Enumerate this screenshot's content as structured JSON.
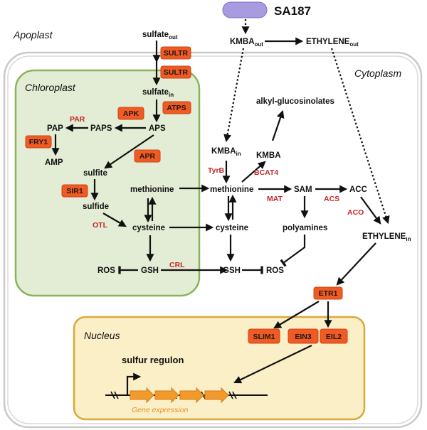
{
  "regions": {
    "apoplast": "Apoplast",
    "cytoplasm": "Cytoplasm",
    "chloroplast": "Chloroplast",
    "nucleus": "Nucleus"
  },
  "bacterium": "SA187",
  "metabolites": {
    "sulfate_out": "sulfate",
    "sulfate_out_sub": "out",
    "sulfate_in": "sulfate",
    "sulfate_in_sub": "in",
    "kmba_out": "KMBA",
    "kmba_out_sub": "out",
    "ethylene_out": "ETHYLENE",
    "ethylene_out_sub": "out",
    "pap": "PAP",
    "paps": "PAPS",
    "aps": "APS",
    "amp": "AMP",
    "sulfite": "sulfite",
    "sulfide": "sulfide",
    "methionine_chl": "methionine",
    "cysteine_chl": "cysteine",
    "ros_chl": "ROS",
    "gsh_chl": "GSH",
    "alkyl_glucosinolates": "alkyl-glucosinolates",
    "kmba_in": "KMBA",
    "kmba_in_sub": "in",
    "kmba": "KMBA",
    "methionine_cyt": "methionine",
    "sam": "SAM",
    "acc": "ACC",
    "polyamines": "polyamines",
    "ethylene_in": "ETHYLENE",
    "ethylene_in_sub": "in",
    "cysteine_cyt": "cysteine",
    "gsh_cyt": "GSH",
    "ros_cyt": "ROS"
  },
  "enzymes_boxed": {
    "sultr1": "SULTR",
    "sultr2": "SULTR",
    "apk": "APK",
    "atps": "ATPS",
    "fry1": "FRY1",
    "apr": "APR",
    "sir1": "SIR1",
    "etr1": "ETR1",
    "slim1": "SLIM1",
    "ein3": "EIN3",
    "eil2": "EIL2"
  },
  "enzymes_text": {
    "par": "PAR",
    "otl": "OTL",
    "crl": "CRL",
    "tyrb": "TyrB",
    "bcat4": "BCAT4",
    "mat": "MAT",
    "acs": "ACS",
    "aco": "ACO"
  },
  "nucleus_text": {
    "regulon": "sulfur regulon",
    "gene_expression": "Gene expression"
  },
  "colors": {
    "enzyme_box": "#f15a22",
    "enzyme_text_red": "#c0282a",
    "chloroplast_fill": "#e3ecd4",
    "chloroplast_border": "#8bb35a",
    "nucleus_fill": "#fbefc8",
    "nucleus_border": "#d9a93a",
    "bacterium_fill": "#a99be0",
    "gene_arrow": "#f39a2c"
  }
}
